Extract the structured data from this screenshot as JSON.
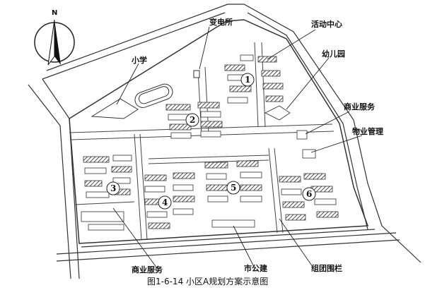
{
  "compass": {
    "north_letter": "N",
    "icon": "north-arrow-icon"
  },
  "labels": {
    "substation": "变电所",
    "activity_center": "活动中心",
    "primary_school": "小学",
    "kindergarten": "幼儿园",
    "commercial_service_east": "商业服务",
    "property_management": "物业管理",
    "commercial_service_south": "商业服务",
    "municipal_building": "市公建",
    "cluster_fence": "组团围栏"
  },
  "clusters": [
    "1",
    "2",
    "3",
    "4",
    "5",
    "6"
  ],
  "caption": "图1-6-14   小区A规划方案示意图"
}
